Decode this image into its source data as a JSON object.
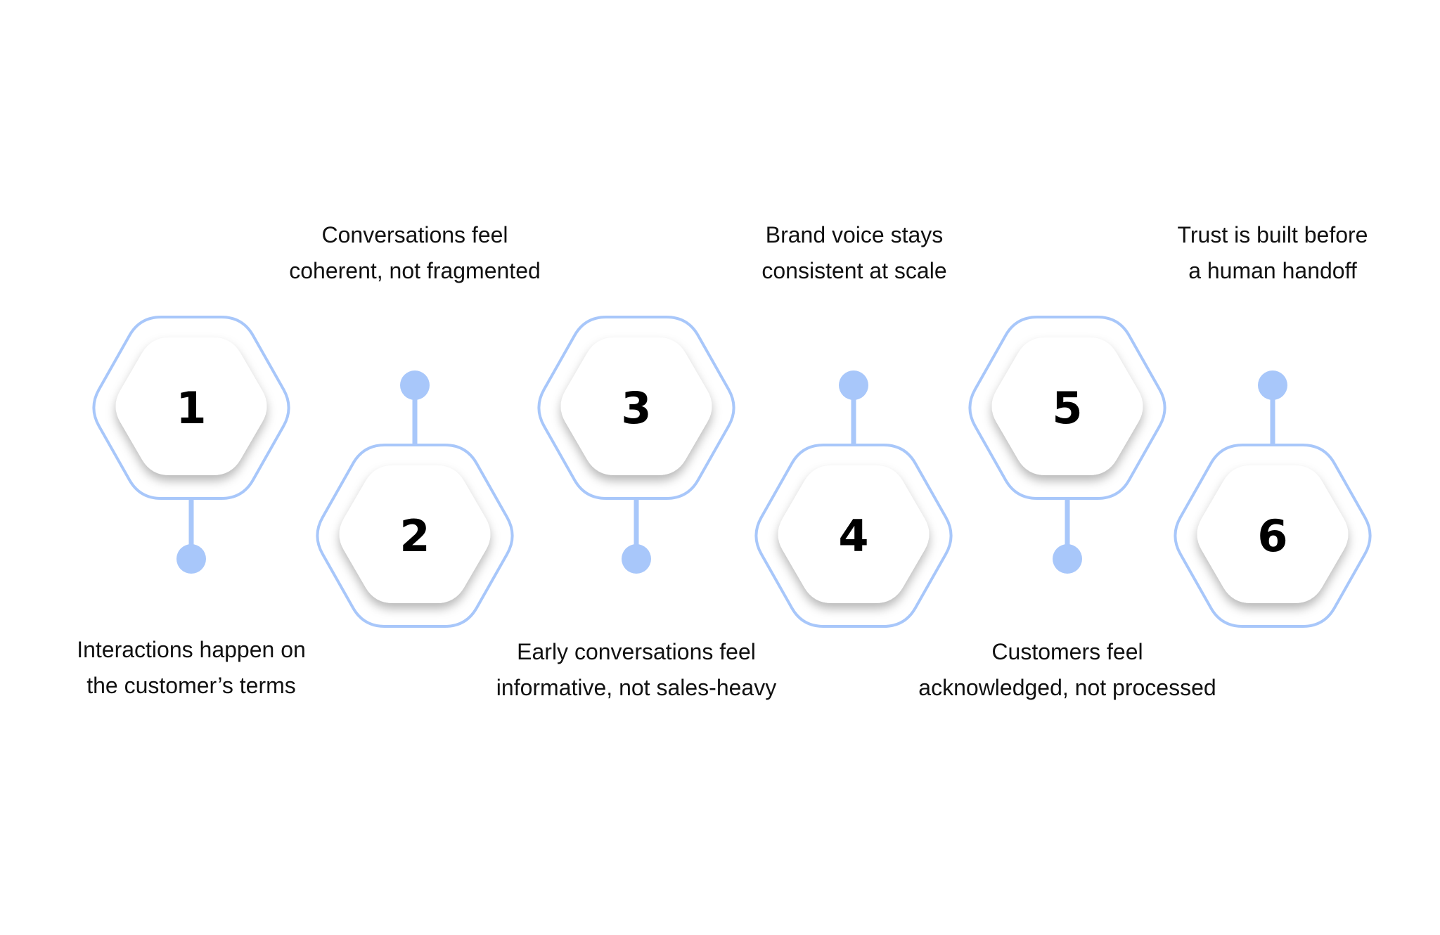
{
  "colors": {
    "accent": "#a8c7fa",
    "background": "#ffffff",
    "text": "#111111",
    "number": "#000000"
  },
  "steps": [
    {
      "number": "1",
      "caption_lines": [
        "Interactions happen on",
        "the customer’s terms"
      ]
    },
    {
      "number": "2",
      "caption_lines": [
        "Conversations feel",
        "coherent, not fragmented"
      ]
    },
    {
      "number": "3",
      "caption_lines": [
        "Early conversations feel",
        "informative, not sales-heavy"
      ]
    },
    {
      "number": "4",
      "caption_lines": [
        "Brand voice stays",
        "consistent at scale"
      ]
    },
    {
      "number": "5",
      "caption_lines": [
        "Customers feel",
        "acknowledged, not processed"
      ]
    },
    {
      "number": "6",
      "caption_lines": [
        "Trust is built before",
        "a human handoff"
      ]
    }
  ]
}
